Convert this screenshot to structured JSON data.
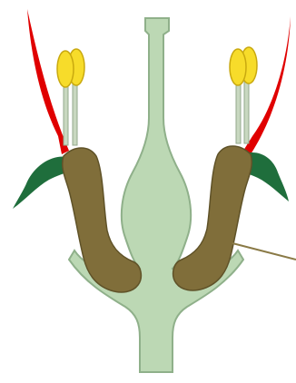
{
  "diagram": {
    "colors": {
      "background": "#ffffff",
      "pistil_fill": "#bcd8b4",
      "pistil_stroke": "#8fb08a",
      "receptacle_fill": "#806e3a",
      "receptacle_stroke": "#5f5228",
      "petal_fill": "#e00000",
      "sepal_fill": "#1f6e3c",
      "anther_fill": "#f7dc2a",
      "anther_stroke": "#c9a90f",
      "filament_fill": "#c8d8c0",
      "filament_stroke": "#93a98c",
      "pointer_line": "#8a7a46"
    },
    "parts": [
      {
        "name": "stigma",
        "color_key": "pistil_fill"
      },
      {
        "name": "style",
        "color_key": "pistil_fill"
      },
      {
        "name": "ovary",
        "color_key": "pistil_fill"
      },
      {
        "name": "stamen-left",
        "color_key": "anther_fill"
      },
      {
        "name": "stamen-right",
        "color_key": "anther_fill"
      },
      {
        "name": "petal-left",
        "color_key": "petal_fill"
      },
      {
        "name": "petal-right",
        "color_key": "petal_fill"
      },
      {
        "name": "sepal-left",
        "color_key": "sepal_fill"
      },
      {
        "name": "sepal-right",
        "color_key": "sepal_fill"
      },
      {
        "name": "receptacle-left",
        "color_key": "receptacle_fill"
      },
      {
        "name": "receptacle-right",
        "color_key": "receptacle_fill"
      }
    ]
  }
}
